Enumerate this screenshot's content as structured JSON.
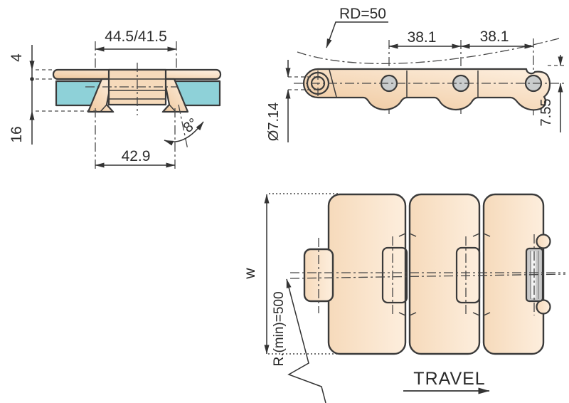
{
  "drawing_title": "conveyor-chain-technical-drawing",
  "colors": {
    "outline": "#3a3a3a",
    "peach_dark": "#efc89e",
    "peach_mid": "#f6dabb",
    "peach_light": "#fdeedd",
    "cyan": "#8ed1d8",
    "pin_gray": "#c9c9c9",
    "pin_stripe": "#f2f2f2",
    "hole_gray": "#c9cccd",
    "dim_text": "#2b2b2b"
  },
  "cross_section": {
    "dim_width_top": "44.5/41.5",
    "dim_thickness": "4",
    "dim_height": "16",
    "dim_width_bottom": "42.9",
    "dim_angle": "8°"
  },
  "side_view": {
    "dim_back_radius": "RD=50",
    "dim_pitch_left": "38.1",
    "dim_pitch_right": "38.1",
    "dim_pin_diameter": "Ø7.14",
    "dim_plate_height": "7.55"
  },
  "plan_view": {
    "dim_width": "w",
    "dim_min_radius": "R.(min)=500",
    "travel_label": "TRAVEL"
  }
}
